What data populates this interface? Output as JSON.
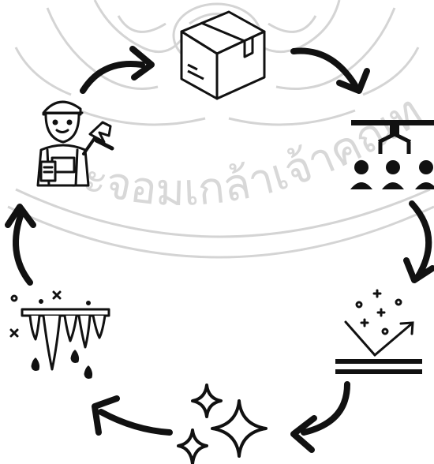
{
  "watermark": {
    "text_arc": "พระจอมเกล้าเจ้าคุณทหาร",
    "text_fragment": "จอมเกล้าเจ้าคุณ",
    "color": "#d4d4d4"
  },
  "cycle": {
    "line_color": "#111111",
    "stages": [
      {
        "id": "technician",
        "icon": "technician-with-wrench-icon"
      },
      {
        "id": "package",
        "icon": "cardboard-box-icon"
      },
      {
        "id": "robot-arm",
        "icon": "robotic-gripper-over-workers-icon"
      },
      {
        "id": "reflection",
        "icon": "light-reflection-surface-icon"
      },
      {
        "id": "sparkle",
        "icon": "sparkle-stars-icon"
      },
      {
        "id": "melting",
        "icon": "melting-icicles-icon"
      }
    ]
  }
}
